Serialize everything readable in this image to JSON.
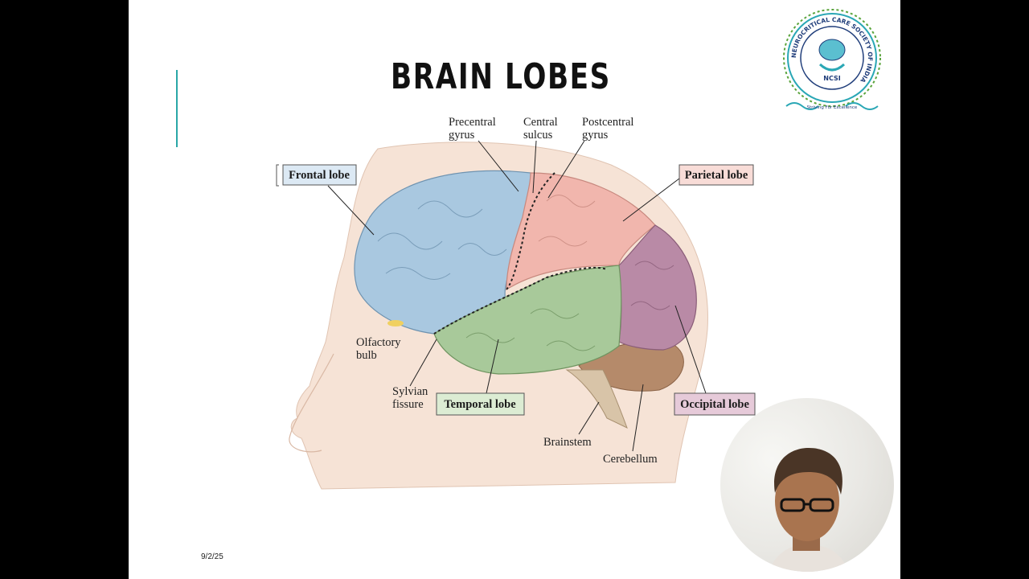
{
  "slide": {
    "title": "BRAIN LOBES",
    "date": "9/2/25"
  },
  "logo": {
    "ring_text": "NEUROCRITICAL CARE SOCIETY OF INDIA",
    "abbr": "NCSI",
    "tagline": "Striving For Excellence",
    "colors": {
      "teal": "#2aa7b5",
      "navy": "#1f3d7a",
      "green": "#5aa43c"
    }
  },
  "diagram": {
    "boxed_labels": {
      "frontal": "Frontal lobe",
      "parietal": "Parietal lobe",
      "temporal": "Temporal lobe",
      "occipital": "Occipital lobe"
    },
    "labels": {
      "precentral_1": "Precentral",
      "precentral_2": "gyrus",
      "central_1": "Central",
      "central_2": "sulcus",
      "postcentral_1": "Postcentral",
      "postcentral_2": "gyrus",
      "olfactory_1": "Olfactory",
      "olfactory_2": "bulb",
      "sylvian_1": "Sylvian",
      "sylvian_2": "fissure",
      "brainstem": "Brainstem",
      "cerebellum": "Cerebellum"
    },
    "colors": {
      "frontal": "#a9c8e0",
      "parietal": "#f1b6ad",
      "temporal": "#a8c99a",
      "occipital": "#b98aa6",
      "cerebellum": "#b58a6a",
      "skin": "#f6e3d6"
    }
  },
  "webcam": {
    "label": "presenter-video"
  }
}
